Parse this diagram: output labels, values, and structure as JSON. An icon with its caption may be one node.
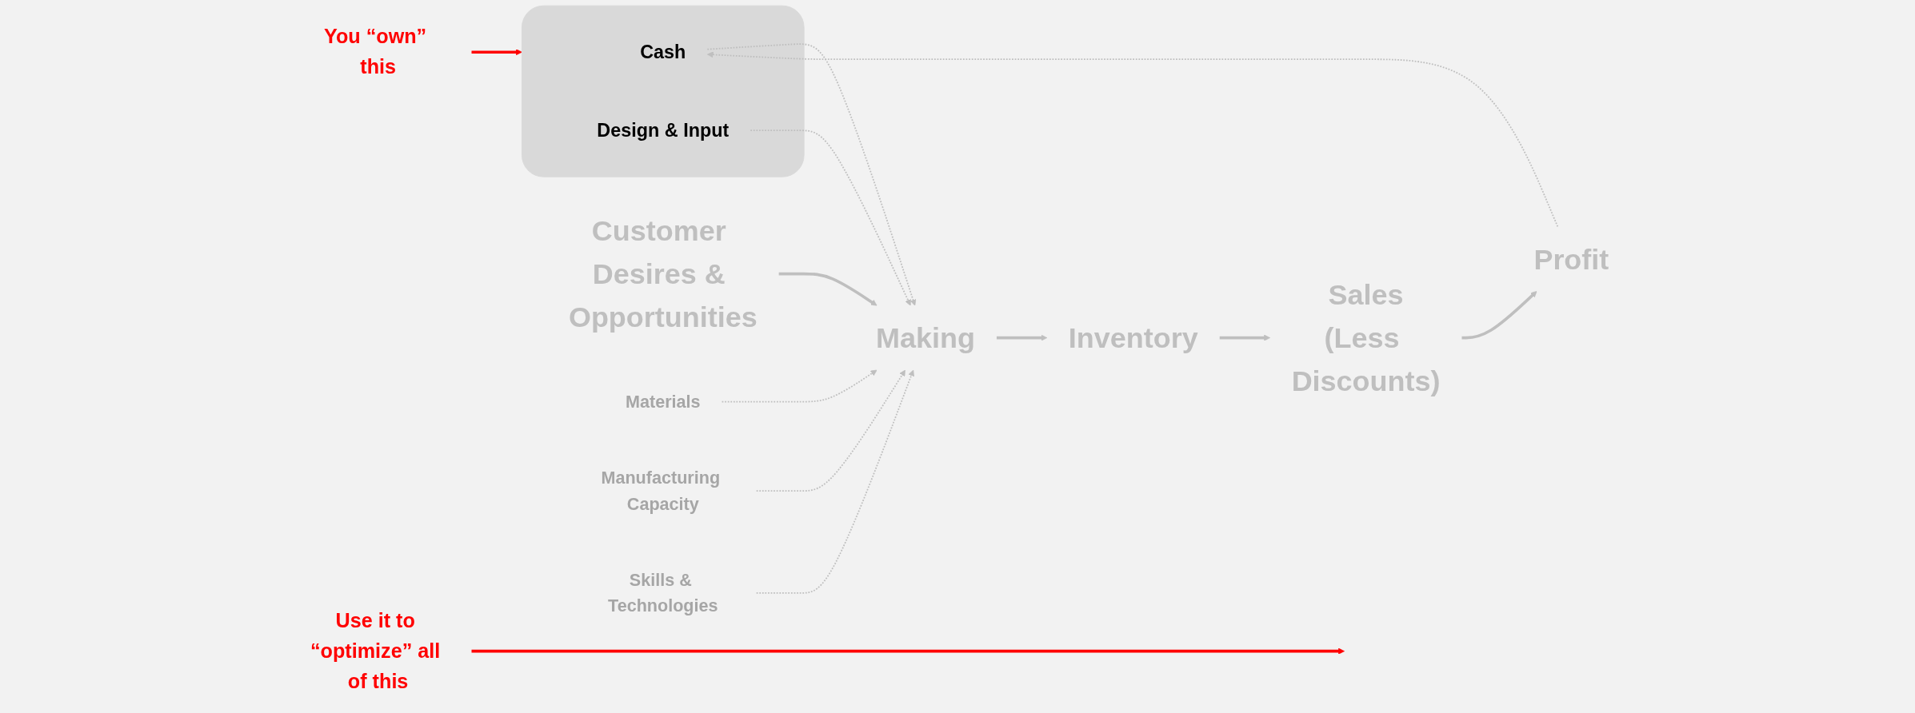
{
  "diagram": {
    "nodes": [
      {
        "text": [],
        "shape": "box"
      },
      {
        "text": [
          "Cash"
        ],
        "in": 0
      },
      {
        "text": [
          "Design & Input"
        ],
        "in": 0
      },
      {
        "text": [
          "You “own” this"
        ]
      },
      {
        "text": [
          "Customer Desires & Opportunities"
        ]
      },
      {
        "text": [
          "Making"
        ]
      },
      {
        "text": [
          "Inventory"
        ]
      },
      {
        "text": [
          "Sales",
          "(Less Discounts)"
        ]
      },
      {
        "text": [
          "Profit"
        ]
      },
      {
        "text": [
          "Materials"
        ]
      },
      {
        "text": [
          "Manufacturing Capacity"
        ]
      },
      {
        "text": [
          "Skills & Technologies"
        ]
      },
      {
        "text": [
          "Use it to “optimize” all of this"
        ]
      }
    ],
    "edges": [
      {
        "from": 3,
        "to": 0,
        "arrow": "to",
        "color": "#ff0000"
      },
      {
        "from": 8,
        "to": 1,
        "arrow": "to",
        "style": "dashed"
      },
      {
        "from": 1,
        "to": 5,
        "arrow": "to",
        "style": "dashed"
      },
      {
        "from": 2,
        "to": 5,
        "arrow": "to",
        "style": "dashed"
      },
      {
        "from": 4,
        "to": 5,
        "arrow": "to"
      },
      {
        "from": 5,
        "to": 6,
        "arrow": "to"
      },
      {
        "from": 6,
        "to": 7,
        "arrow": "to"
      },
      {
        "from": 7,
        "to": 8,
        "arrow": "to"
      },
      {
        "from": 9,
        "to": 5,
        "arrow": "to",
        "style": "dashed"
      },
      {
        "from": 10,
        "to": 5,
        "arrow": "to",
        "style": "dashed"
      },
      {
        "from": 11,
        "to": 5,
        "arrow": "to",
        "style": "dashed"
      },
      {
        "from": 12,
        "to": null,
        "arrow": "to",
        "color": "#ff0000"
      }
    ]
  }
}
